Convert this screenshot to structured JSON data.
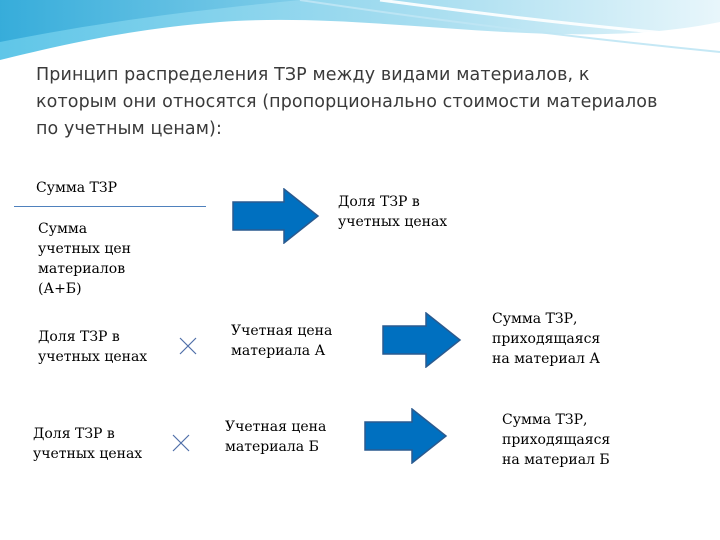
{
  "slide": {
    "title": "Принцип распределения ТЗР между видами материалов, к которым они относятся (пропорционально стоимости материалов по учетным ценам):"
  },
  "formula1": {
    "numerator": "Сумма ТЗР",
    "denominator": "Сумма\nучетных цен\nматериалов\n(А+Б)",
    "result": "Доля ТЗР в\nучетных ценах"
  },
  "formula2": {
    "factor1": "Доля ТЗР в\nучетных ценах",
    "factor2": "Учетная цена\nматериала А",
    "result": "Сумма ТЗР,\nприходящаяся\nна материал А"
  },
  "formula3": {
    "factor1": "Доля ТЗР в\nучетных ценах",
    "factor2": "Учетная цена\nматериала Б",
    "result": "Сумма ТЗР,\nприходящаяся\nна материал Б"
  },
  "colors": {
    "arrow_fill": "#0070c0",
    "arrow_stroke": "#2a5a8f",
    "line": "#4f81bd",
    "title_text": "#3a3a3a"
  },
  "icons": {
    "multiply": "multiply-icon",
    "arrow": "right-arrow-icon"
  }
}
